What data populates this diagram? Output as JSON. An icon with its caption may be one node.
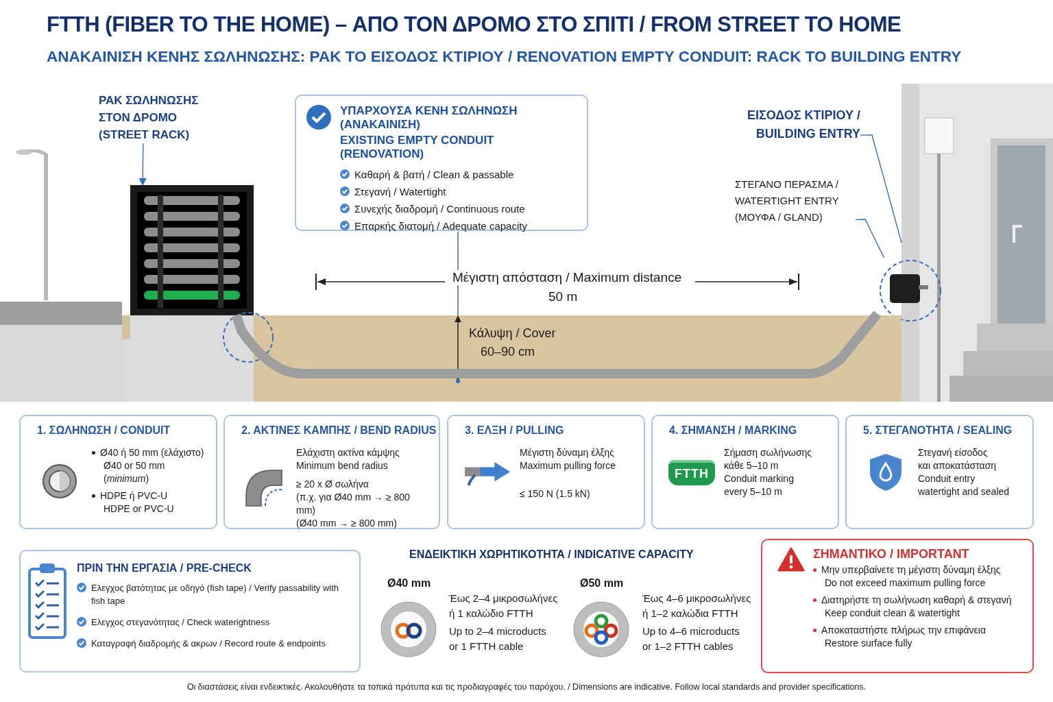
{
  "diagram": {
    "title": "FTTH (FIBER TO THE HOME) – ΑΠΟ ΤΟΝ ΔΡΟΜΟ ΣΤΟ ΣΠΙΤΙ / FROM STREET TO HOME",
    "caption": "Οι διαστάσεις είναι ενδεικτικές. Ακολουθήστε τα τοπικά πρότυπα και τις προδιαγραφές του παρόχου. / Dimensions are indicative. Follow local standards and provider specifications.",
    "nodes": [
      {
        "text": [
          "ΡΑΚ ΣΩΛΗΝΩΣΗΣ ΣΤΟΝ ΔΡΟΜΟ (STREET RACK)"
        ]
      },
      {
        "text": [
          "ΥΠΑΡΧΟΥΣΑ ΚΕΝΗ ΣΩΛΗΝΩΣΗ (ΑΝΑΚΑΙΝΙΣΗ)",
          "EXISTING EMPTY CONDUIT (RENOVATION)",
          "Καθαρή & βατή / Clean & passable",
          "Στεγανή / Watertight",
          "Συνεχής διαδρομή / Continuous route",
          "Επαρκής διατομή / Adequate capacity"
        ]
      },
      {
        "text": [
          "ΕΙΣΟΔΟΣ ΚΤΙΡΙΟΥ / BUILDING ENTRY"
        ]
      },
      {
        "text": [
          "ΣΤΕΓΑΝΟ ΠΕΡΑΣΜΑ / WATERTIGHT ENTRY (ΜΟΥΦΑ / GLAND)"
        ]
      },
      {
        "text": [],
        "shape": "picture"
      },
      {
        "text": [],
        "shape": "picture"
      },
      {
        "text": [],
        "shape": "picture"
      },
      {
        "text": [
          "1. ΣΩΛΗΝΩΣΗ / CONDUIT",
          "Ø40 ή 50 mm (ελάχιστο)",
          "Ø40 or 50 mm (*minimum*)",
          "HDPE ή PVC-U",
          "HDPE or PVC-U"
        ]
      },
      {
        "text": [
          "2. ΑΚΤΙΝΕΣ ΚΑΜΠΗΣ / BEND RADIUS",
          "Ελάχιστη ακτίνα κάμψης",
          "Minimum bend radius",
          "≥ 20 x Ø σωλήνα",
          "(π.χ. για Ø40 mm → ≥ 800 mm)",
          "(Ø40 mm → ≥ 800 mm)"
        ]
      },
      {
        "text": [
          "3. ΕΛΞΗ / PULLING",
          "Μέγιστη δύναμη έλξης",
          "Maximum pulling force",
          "≤ 150 N (1.5 kN)"
        ]
      },
      {
        "text": [
          "4. ΣΗΜΑΝΣΗ / MARKING",
          "Σήμαση σωλήνωσης",
          "κάθε 5–10 m",
          "Conduit marking",
          "every 5–10 m"
        ]
      },
      {
        "text": [
          "FTTH"
        ],
        "in": 10
      },
      {
        "text": [
          "5. ΣΤΕΓΑΝΟΤΗΤΑ / SEALING",
          "Στεγανή είσοδος",
          "και αποκατάσταση",
          "Conduit entry",
          "watertight and sealed"
        ]
      },
      {
        "text": [
          "ΠΡΙΝ ΤΗΝ ΕΡΓΑΣΙΑ / PRE-CHECK",
          "Ελεγχος βατότητας με οδηγό (fish tape) / Verify passability with fish tape",
          "Ελεγχος στεγανότητας / Check waterightness",
          "Καταγραφή διαδρομής & ακρων / Record route & endpoints"
        ]
      },
      {
        "text": [
          "ΣΗΜΑΝΤΙΚΟ / IMPORTANT",
          "Μην υπερβαίνετε τη μέγιστη δύναμη έλξης",
          "Do not exceed maximum pulling force",
          "Διατηρήστε τη σωλήνωση καθαρή & στεγανή",
          "Keep conduit clean & watertight",
          "Αποκαταστήστε πλήρως την επιφάνεια",
          "Restore surface fully"
        ]
      }
    ],
    "edges": [
      {
        "from": 0,
        "to": 4,
        "arrow": "to"
      },
      {
        "from": 2,
        "to": 5,
        "arrow": "none"
      },
      {
        "from": 3,
        "to": 6,
        "arrow": "none"
      },
      {
        "from": 4,
        "to": 6,
        "arrow": "none",
        "style": "thick",
        "color": "#9e9e9e"
      }
    ],
    "labels": [
      "ΑΝΑΚΑΙΝΙΣΗ ΚΕΝΗΣ ΣΩΛΗΝΩΣΗΣ: ΡΑΚ ΤΟ ΕΙΣΟΔΟΣ ΚΤΙΡΙΟΥ / RENOVATION EMPTY CONDUIT: RACK TO BUILDING ENTRY",
      "Μέγιστη απόσταση / Maximum distance",
      "50 m",
      "Κάλυψη / Cover",
      "60–90 cm",
      "ΕΝΔΕΙΚΤΙΚΗ ΧΩΡΗΤΙΚΟΤΗΤΑ / INDICATIVE CAPACITY",
      "Ø40 mm",
      "Έως 2–4 μικροσωλήνες",
      "ή 1 καλώδιο FTTH",
      "Up to 2–4 microducts",
      "or 1 FTTH cable",
      "Ø50 mm",
      "Έως 4–6 μικροσωλήνες",
      "ή 1–2 καλώδια FTTH",
      "Up to 4–6 microducts",
      "or 1–2 FTTH cables"
    ]
  }
}
